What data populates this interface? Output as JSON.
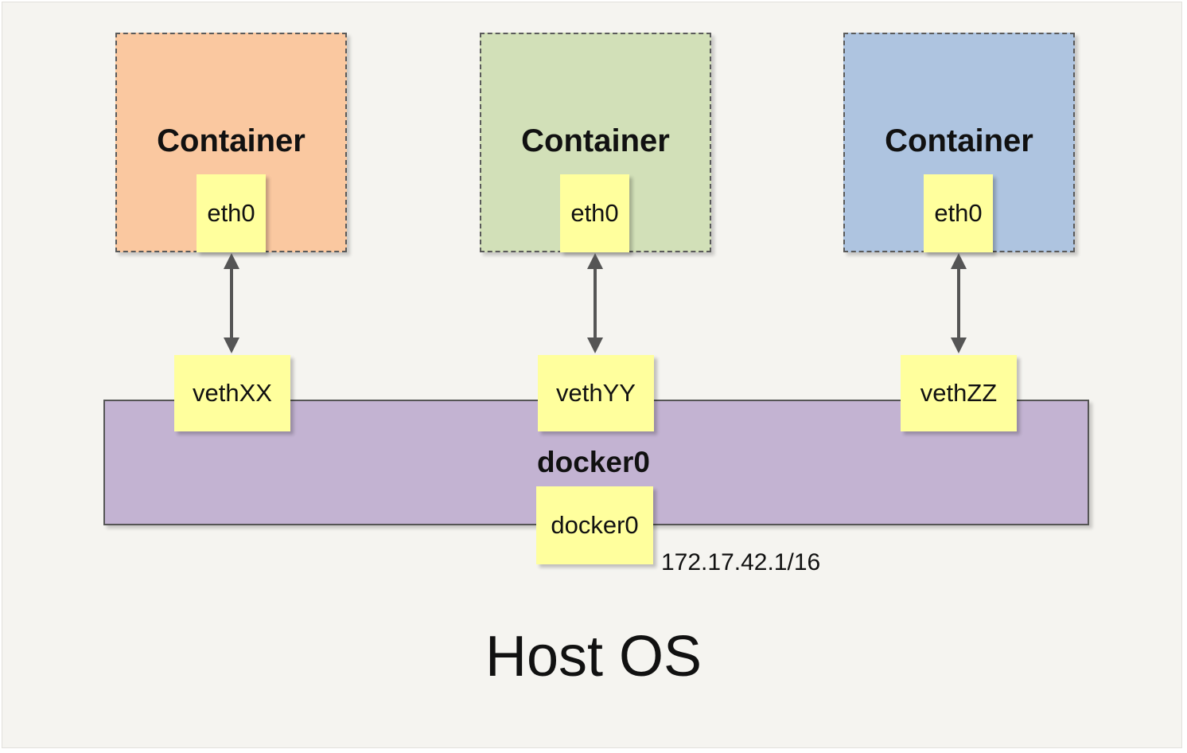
{
  "host": {
    "label": "Host OS"
  },
  "containers": [
    {
      "title": "Container",
      "interface": "eth0",
      "color": "#fac8a0",
      "veth": "vethXX"
    },
    {
      "title": "Container",
      "interface": "eth0",
      "color": "#d2e0b8",
      "veth": "vethYY"
    },
    {
      "title": "Container",
      "interface": "eth0",
      "color": "#aec4e0",
      "veth": "vethZZ"
    }
  ],
  "bridge": {
    "title": "docker0",
    "interface": "docker0",
    "ip": "172.17.42.1/16",
    "color": "#c3b3d2"
  },
  "colors": {
    "note": "#ffff9d",
    "arrow": "#555555",
    "background": "#f5f4f0"
  }
}
